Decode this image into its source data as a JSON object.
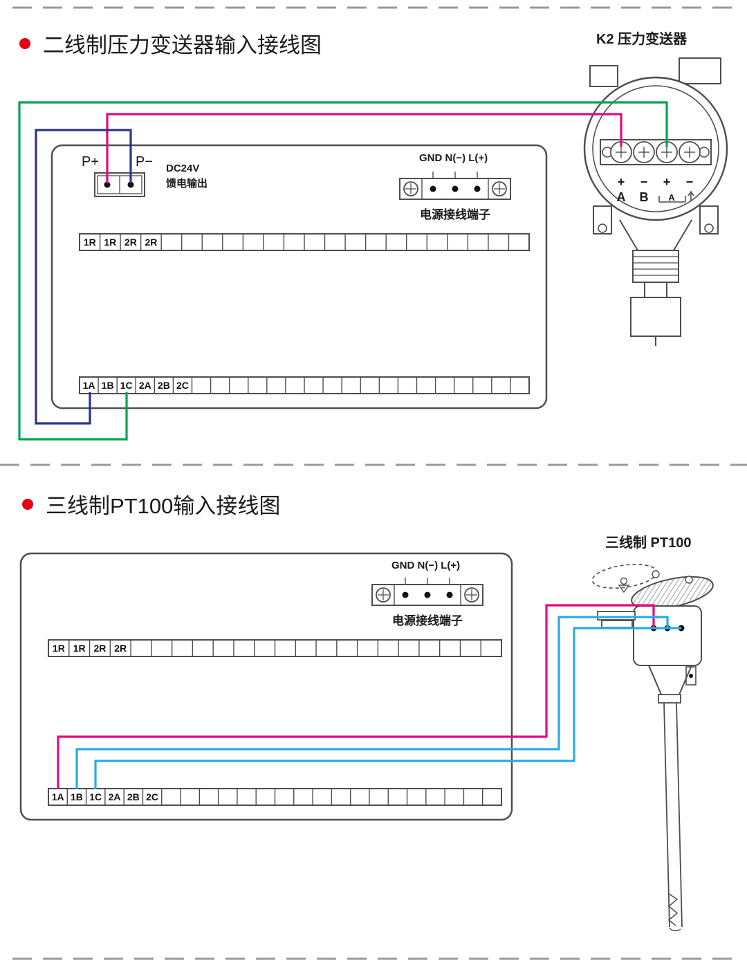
{
  "section1": {
    "title": "二线制压力变送器输入接线图",
    "device_label": "K2  压力变送器",
    "p_plus": "P+",
    "p_minus": "P−",
    "dc24v_line1": "DC24V",
    "dc24v_line2": "馈电输出",
    "power_labels": "GND N(−) L(+)",
    "power_caption": "电源接线端子",
    "row_top_labels": [
      "1R",
      "1R",
      "2R",
      "2R"
    ],
    "row_bottom_labels": [
      "1A",
      "1B",
      "1C",
      "2A",
      "2B",
      "2C"
    ],
    "transmitter": {
      "polarity": [
        "+",
        "−",
        "+",
        "−"
      ],
      "terminals": [
        "A",
        "B"
      ],
      "bracket_label": "A"
    }
  },
  "section2": {
    "title": "三线制PT100输入接线图",
    "device_label": "三线制  PT100",
    "power_labels": "GND N(−) L(+)",
    "power_caption": "电源接线端子",
    "row_top_labels": [
      "1R",
      "1R",
      "2R",
      "2R"
    ],
    "row_bottom_labels": [
      "1A",
      "1B",
      "1C",
      "2A",
      "2B",
      "2C"
    ]
  },
  "colors": {
    "pink": "#e5097f",
    "green": "#00a551",
    "navy": "#2b3390",
    "cyan": "#29abe2",
    "line": "#4d4d4d",
    "bullet_red": "#e60012"
  }
}
